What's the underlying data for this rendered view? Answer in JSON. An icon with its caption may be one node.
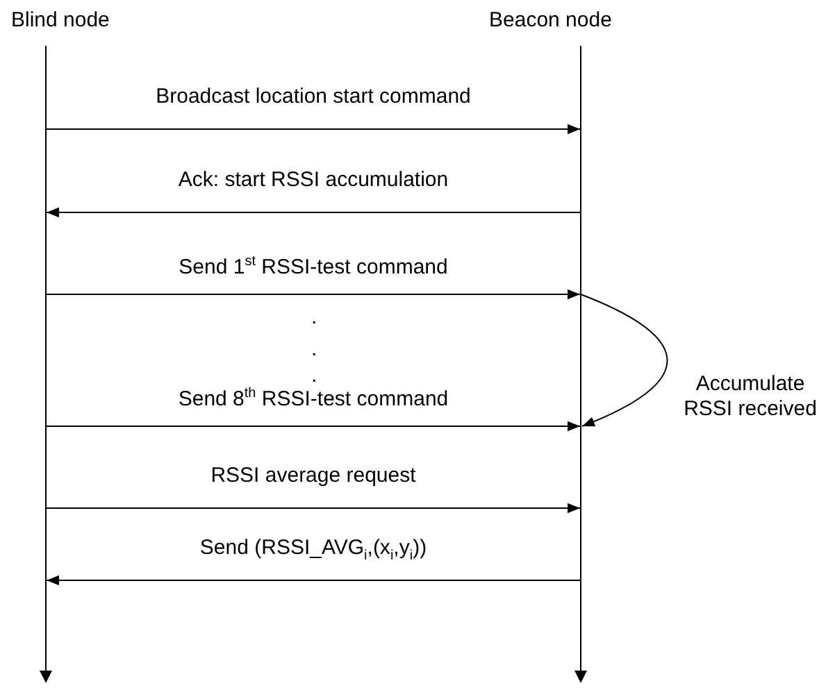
{
  "diagram": {
    "nodes": [
      {
        "text": [
          "Blind node"
        ]
      },
      {
        "text": [
          "Beacon node"
        ]
      }
    ],
    "edges": [
      {
        "from": 0,
        "to": 1,
        "arrow": "to",
        "label": "Broadcast location start command"
      },
      {
        "from": 1,
        "to": 0,
        "arrow": "to",
        "label": "Ack: start RSSI accumulation"
      },
      {
        "from": 0,
        "to": 1,
        "arrow": "to",
        "label": "Send 1$^{st}$ RSSI-test command"
      },
      {
        "from": 0,
        "to": 1,
        "arrow": "to",
        "label": "Send 8$^{th}$ RSSI-test command"
      },
      {
        "from": 1,
        "to": 1,
        "arrow": "to",
        "label": "Accumulate RSSI received"
      },
      {
        "from": 0,
        "to": 1,
        "arrow": "to",
        "label": "RSSI average request"
      },
      {
        "from": 1,
        "to": 0,
        "arrow": "to",
        "label": "Send (RSSI_AVG$_{i}$,(x$_{i}$,y$_{i}$))"
      }
    ],
    "labels": [
      ".",
      ".",
      "."
    ]
  }
}
